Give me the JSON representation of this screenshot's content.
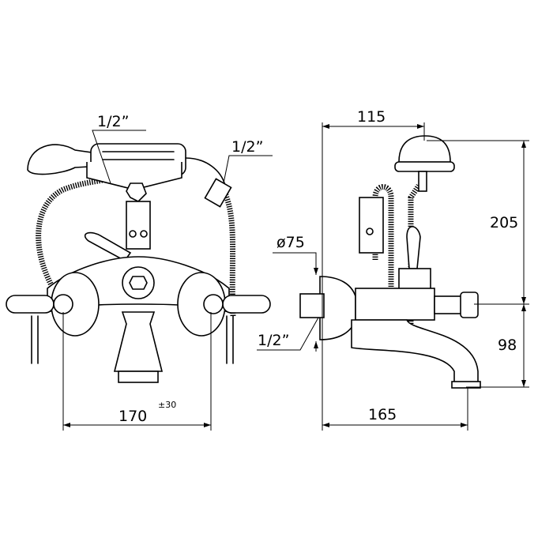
{
  "title": "Bath/shower mixer technical drawing",
  "front_view": {
    "inlet_label_top": "1/2”",
    "hose_label": "1/2”",
    "width_label": "170",
    "width_tolerance": "±30"
  },
  "side_view": {
    "depth_label": "115",
    "height_above_label": "205",
    "diameter_label": "ø75",
    "inlet_label": "1/2”",
    "height_below_label": "98",
    "spout_reach_label": "165"
  }
}
